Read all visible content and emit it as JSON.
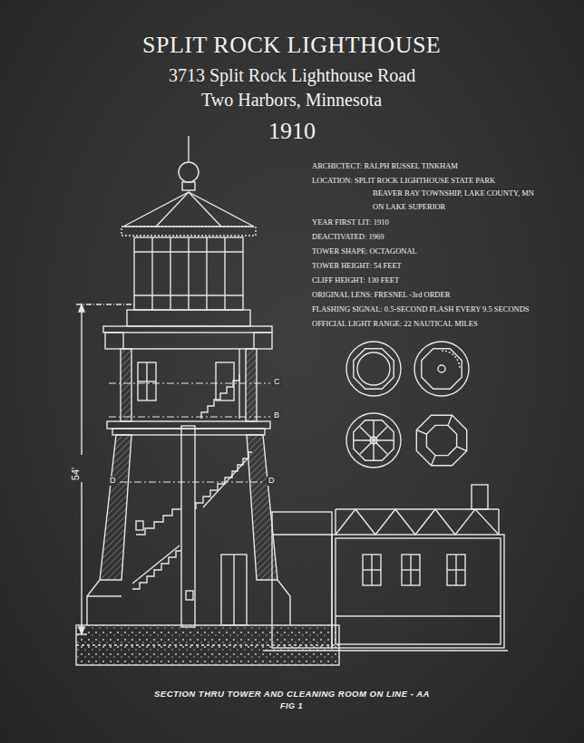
{
  "diagram": {
    "title": "SPLIT ROCK LIGHTHOUSE",
    "caption": "SECTION THRU TOWER AND CLEANING ROOM ON LINE - AA",
    "labels": [
      "3713 Split Rock Lighthouse Road",
      "Two Harbors, Minnesota",
      "1910",
      "ARCHICTECT: RALPH RUSSEL TINKHAM",
      "LOCATION: SPLIT ROCK LIGHTHOUSE STATE PARK",
      "BEAVER BAY TOWNSHIP, LAKE COUNTY, MN",
      "ON LAKE SUPERIOR",
      "YEAR FIRST LIT: 1910",
      "DEACTIVATED: 1969",
      "TOWER SHAPE: OCTAGONAL",
      "TOWER HEIGHT: 54 FEET",
      "CLIFF HEIGHT: 130 FEET",
      "ORIGINAL LENS: FRESNEL -3rd ORDER",
      "FLASHING SIGNAL: 0.5-SECOND FLASH EVERY 9.5 SECONDS",
      "OFFICIAL LIGHT RANGE: 22 NAUTICAL MILES",
      "54'",
      "C",
      "B",
      "D",
      "D",
      "FIG 1"
    ]
  }
}
